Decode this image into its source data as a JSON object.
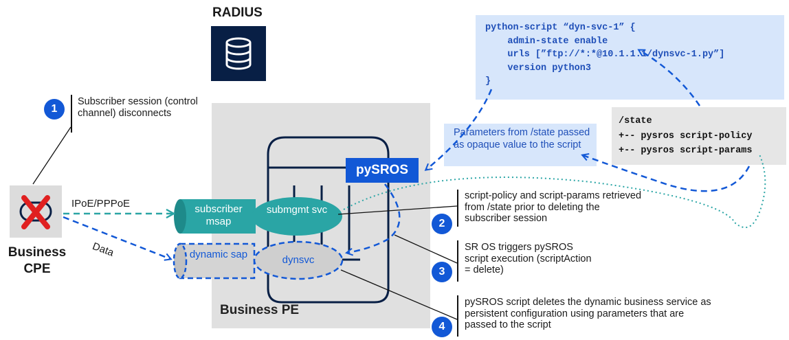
{
  "radius": {
    "label": "RADIUS",
    "icon": "database-icon"
  },
  "code_block": {
    "lines": [
      "python-script “dyn-svc-1” {",
      "    admin-state enable",
      "    urls [”ftp://*:*@10.1.1.1/dynsvc-1.py”]",
      "    version python3",
      "}"
    ]
  },
  "state_block": {
    "lines": [
      "/state",
      "+-- pysros script-policy",
      "+-- pysros script-params"
    ]
  },
  "params_note": "Parameters from /state passed as opaque value to the script",
  "pysros_label": "pySROS",
  "pe_label": "Business PE",
  "cpe": {
    "label_line1": "Business",
    "label_line2": "CPE",
    "icon": "router-disconnected-icon"
  },
  "links": {
    "ipoe": "IPoE/PPPoE",
    "data": "Data"
  },
  "shapes": {
    "subscriber_msap": "subscriber msap",
    "submgmt_svc": "submgmt svc",
    "dynamic_sap": "dynamic sap",
    "dynsvc": "dynsvc"
  },
  "steps": [
    {
      "number": "1",
      "text": "Subscriber session (control channel) disconnects"
    },
    {
      "number": "2",
      "text": "script-policy and script-params retrieved from /state prior to deleting the subscriber session"
    },
    {
      "number": "3",
      "text": "SR OS triggers pySROS script execution (scriptAction = delete)"
    },
    {
      "number": "4",
      "text": "pySROS script deletes the dynamic business service as persistent configuration using parameters that are passed to the script"
    }
  ],
  "colors": {
    "accent_blue": "#1258d6",
    "teal": "#2aa5a5",
    "navy": "#081f45",
    "light_blue": "#d7e6fb",
    "gray_box": "#e0e0e0",
    "red_x": "#e02020"
  }
}
